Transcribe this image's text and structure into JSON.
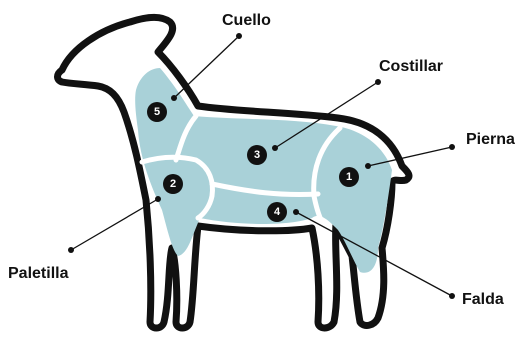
{
  "colors": {
    "outline": "#111111",
    "fill_white": "#ffffff",
    "cut_fill": "#a9d1d8",
    "text": "#111111"
  },
  "cuts": [
    {
      "number": "5",
      "label": "Cuello"
    },
    {
      "number": "3",
      "label": "Costillar"
    },
    {
      "number": "1",
      "label": "Pierna"
    },
    {
      "number": "2",
      "label": "Paletilla"
    },
    {
      "number": "4",
      "label": "Falda"
    }
  ]
}
